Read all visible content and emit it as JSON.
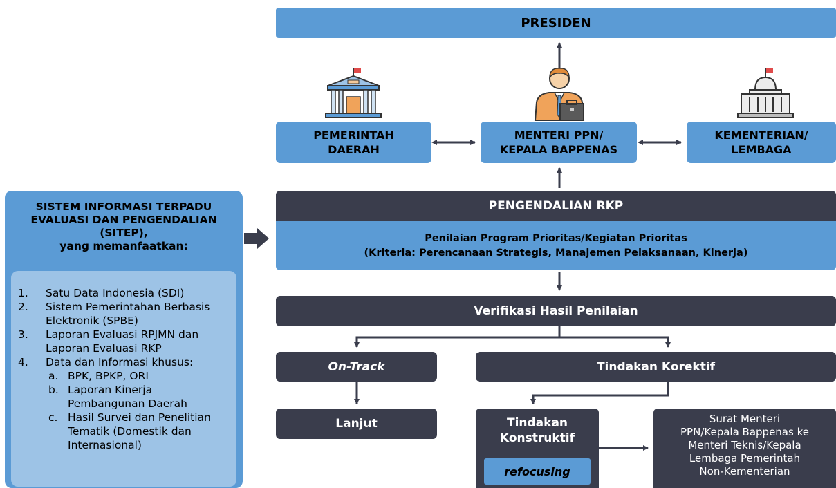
{
  "top": {
    "presiden": "PRESIDEN"
  },
  "actors": {
    "pemda": [
      "PEMERINTAH",
      "DAERAH"
    ],
    "menteri": [
      "MENTERI PPN/",
      "KEPALA BAPPENAS"
    ],
    "kl": [
      "KEMENTERIAN/",
      "LEMBAGA"
    ]
  },
  "pengendalian": {
    "header": "PENGENDALIAN RKP",
    "line1": "Penilaian Program Prioritas/Kegiatan Prioritas",
    "line2": "(Kriteria: Perencanaan Strategis, Manajemen Pelaksanaan, Kinerja)"
  },
  "verifikasi": "Verifikasi Hasil Penilaian",
  "ontrack": "On-Track",
  "korektif": "Tindakan Korektif",
  "lanjut": "Lanjut",
  "konstruktif": [
    "Tindakan",
    "Konstruktif"
  ],
  "refocusing": "refocusing",
  "surat": [
    "Surat Menteri",
    "PPN/Kepala Bappenas ke",
    "Menteri Teknis/Kepala",
    "Lembaga Pemerintah",
    "Non-Kementerian"
  ],
  "sitep": {
    "title": [
      "SISTEM INFORMASI TERPADU",
      "EVALUASI DAN PENGENDALIAN",
      "(SITEP),",
      "yang memanfaatkan:"
    ],
    "items": [
      {
        "num": "1.",
        "text": "Satu Data Indonesia (SDI)"
      },
      {
        "num": "2.",
        "text": "Sistem Pemerintahan Berbasis Elektronik (SPBE)"
      },
      {
        "num": "3.",
        "text": "Laporan Evaluasi RPJMN dan Laporan Evaluasi RKP"
      },
      {
        "num": "4.",
        "text": "Data dan Informasi khusus:"
      }
    ],
    "subitems": [
      {
        "num": "a.",
        "text": "BPK, BPKP, ORI"
      },
      {
        "num": "b.",
        "text": "Laporan Kinerja Pembangunan Daerah"
      },
      {
        "num": "c.",
        "text": "Hasil Survei dan Penelitian Tematik (Domestik dan Internasional)"
      }
    ]
  },
  "icons": [
    "government-building-icon",
    "businessman-briefcase-icon",
    "capitol-building-icon"
  ]
}
